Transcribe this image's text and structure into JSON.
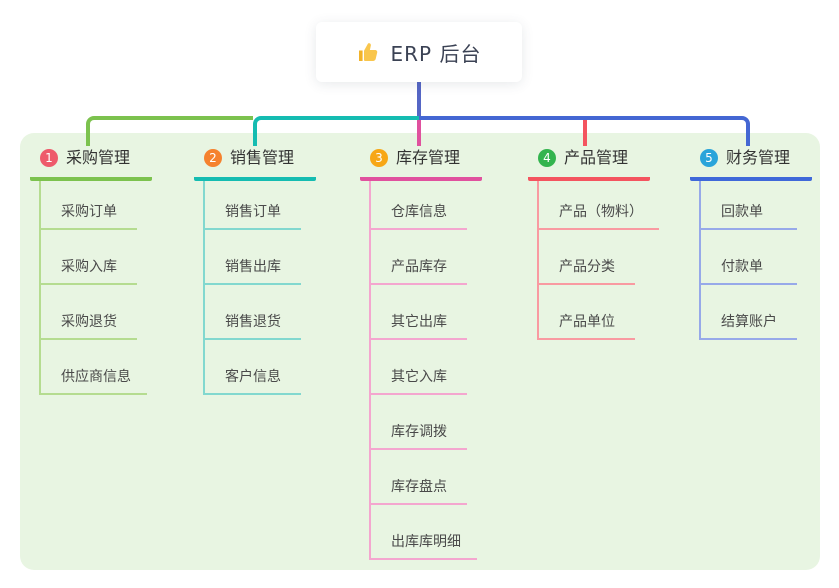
{
  "root": {
    "label": "ERP 后台",
    "icon": "thumbs-up-icon"
  },
  "colors": {
    "canvas_bg": "#ffffff",
    "panel_bg": "#e8f5e2",
    "root_connector": "#5566c5",
    "branch_lines": [
      "#7cc24e",
      "#15bcb1",
      "#e0519e",
      "#f4545f",
      "#4467d3"
    ],
    "child_lines": [
      "#b5dc90",
      "#82d8cf",
      "#f4a6cf",
      "#f99aa1",
      "#97a9e9"
    ],
    "badges": [
      "#ee5a6b",
      "#f5822e",
      "#f7a716",
      "#33b44e",
      "#2aa4da"
    ]
  },
  "branches": [
    {
      "badge": "1",
      "label": "采购管理",
      "line_color": "#7cc24e",
      "child_line_color": "#b5dc90",
      "badge_color": "#ee5a6b",
      "children": [
        "采购订单",
        "采购入库",
        "采购退货",
        "供应商信息"
      ]
    },
    {
      "badge": "2",
      "label": "销售管理",
      "line_color": "#15bcb1",
      "child_line_color": "#82d8cf",
      "badge_color": "#f5822e",
      "children": [
        "销售订单",
        "销售出库",
        "销售退货",
        "客户信息"
      ]
    },
    {
      "badge": "3",
      "label": "库存管理",
      "line_color": "#e0519e",
      "child_line_color": "#f4a6cf",
      "badge_color": "#f7a716",
      "children": [
        "仓库信息",
        "产品库存",
        "其它出库",
        "其它入库",
        "库存调拨",
        "库存盘点",
        "出库库明细"
      ]
    },
    {
      "badge": "4",
      "label": "产品管理",
      "line_color": "#f4545f",
      "child_line_color": "#f99aa1",
      "badge_color": "#33b44e",
      "children": [
        "产品（物料）",
        "产品分类",
        "产品单位"
      ]
    },
    {
      "badge": "5",
      "label": "财务管理",
      "line_color": "#3f68d9",
      "child_line_color": "#97a9e9",
      "badge_color": "#2aa4da",
      "children": [
        "回款单",
        "付款单",
        "结算账户"
      ]
    }
  ]
}
